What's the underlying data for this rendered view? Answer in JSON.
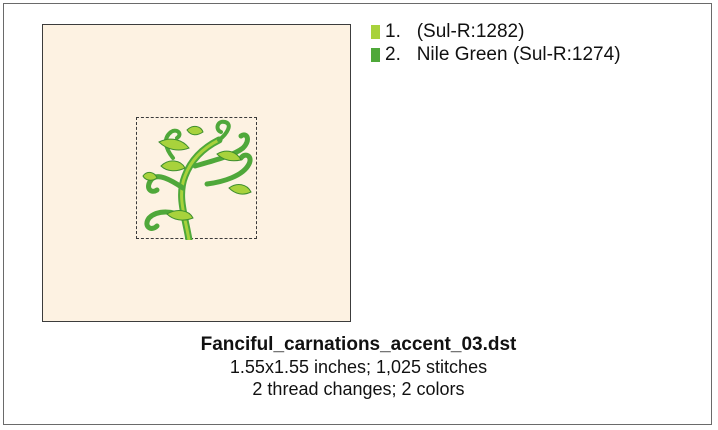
{
  "legend": {
    "items": [
      {
        "number": "1.",
        "name": "",
        "code": "(Sul-R:1282)",
        "color": "#a8d23c"
      },
      {
        "number": "2.",
        "name": "Nile Green",
        "code": "(Sul-R:1274)",
        "color": "#4fa83a"
      }
    ]
  },
  "info": {
    "file_name": "Fanciful_carnations_accent_03.dst",
    "size_stitches": "1.55x1.55 inches; 1,025 stitches",
    "changes_colors": "2 thread changes; 2 colors"
  },
  "design": {
    "light_thread_color": "#a8d23c",
    "dark_thread_color": "#4fa83a"
  }
}
